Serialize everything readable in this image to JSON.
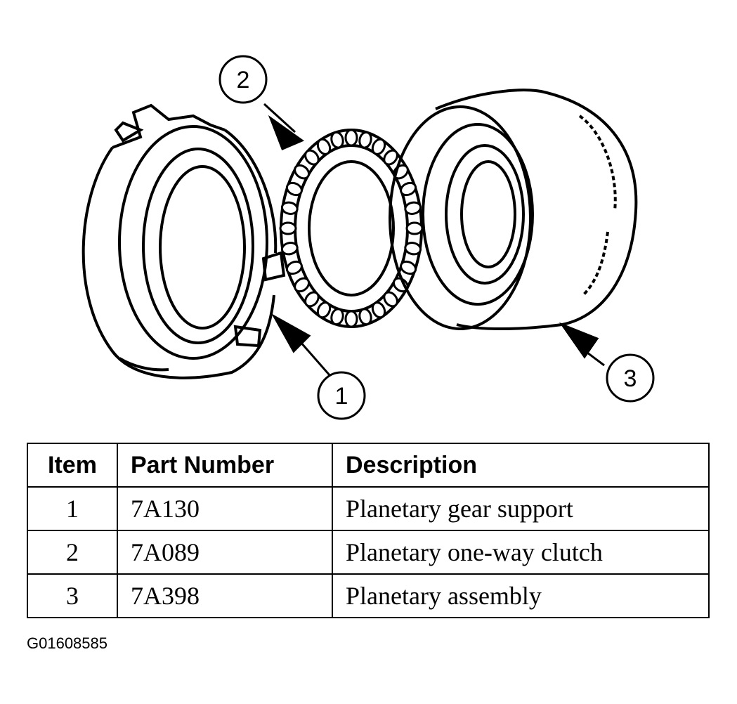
{
  "callouts": [
    "1",
    "2",
    "3"
  ],
  "table": {
    "headers": {
      "item": "Item",
      "part_number": "Part Number",
      "description": "Description"
    },
    "rows": [
      {
        "item": "1",
        "part_number": "7A130",
        "description": "Planetary gear support"
      },
      {
        "item": "2",
        "part_number": "7A089",
        "description": "Planetary one-way clutch"
      },
      {
        "item": "3",
        "part_number": "7A398",
        "description": "Planetary assembly"
      }
    ]
  },
  "figure_code": "G01608585"
}
